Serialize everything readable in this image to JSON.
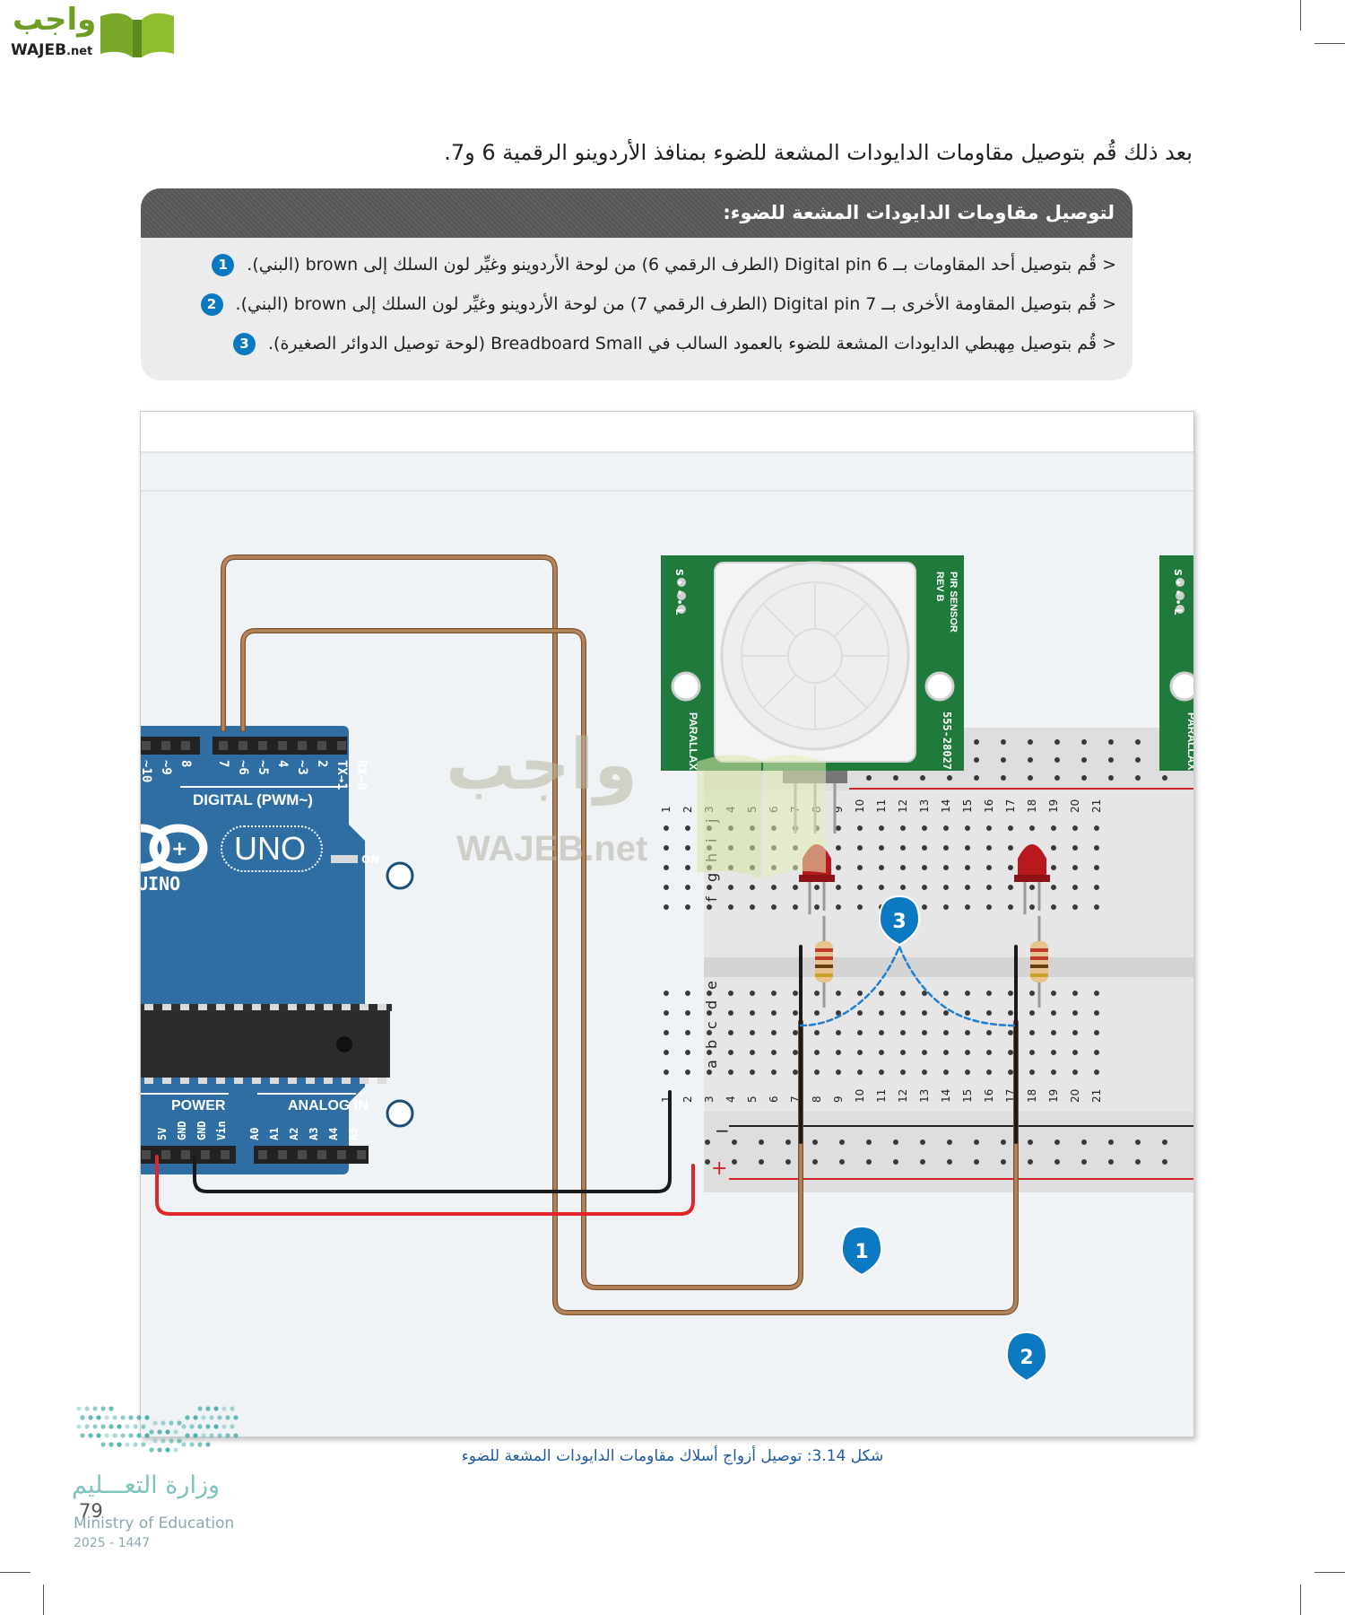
{
  "logo": {
    "arabic": "واجب",
    "latin": "WAJEB",
    "suffix": ".net"
  },
  "intro_text": "بعد ذلك قُم بتوصيل مقاومات الدايودات المشعة للضوء بمنافذ الأردوينو الرقمية 6 و7.",
  "box": {
    "title": "لتوصيل مقاومات الدايودات المشعة للضوء:",
    "steps": [
      {
        "text": "قُم بتوصيل أحد المقاومات بــ Digital pin 6 (الطرف الرقمي 6) من لوحة الأردوينو وغيِّر لون السلك إلى brown (البني).",
        "num": "1"
      },
      {
        "text": "قُم بتوصيل المقاومة الأخرى بــ Digital pin 7 (الطرف الرقمي 7) من لوحة الأردوينو وغيِّر لون السلك إلى brown (البني).",
        "num": "2"
      },
      {
        "text": "قُم بتوصيل مِهبطي الدايودات المشعة للضوء بالعمود السالب في Breadboard Small (لوحة توصيل الدوائر الصغيرة).",
        "num": "3"
      }
    ]
  },
  "figure": {
    "arduino": {
      "digital_label": "DIGITAL (PWM~)",
      "pins_digital": [
        "~10",
        "~9",
        "8",
        "7",
        "~6",
        "~5",
        "4",
        "~3",
        "2",
        "TX→1",
        "RX←0"
      ],
      "brand": "UINO",
      "model": "UNO",
      "on_label": "ON",
      "power_label": "POWER",
      "analog_label": "ANALOG IN",
      "power_pins": [
        "5V",
        "GND",
        "GND",
        "Vin"
      ],
      "analog_pins": [
        "A0",
        "A1",
        "A2",
        "A3",
        "A4",
        "A5"
      ]
    },
    "pir": {
      "side_label_1": "PIR SENSOR",
      "side_label_2": "REV B",
      "part_number": "555-28027",
      "brand": "PARALLAX",
      "pins": "S • • • L"
    },
    "breadboard": {
      "row_letters_top": [
        "j",
        "i",
        "h",
        "g",
        "f"
      ],
      "row_letters_bottom": [
        "e",
        "d",
        "c",
        "b",
        "a"
      ],
      "columns": [
        "1",
        "2",
        "3",
        "4",
        "5",
        "6",
        "7",
        "8",
        "9",
        "10",
        "11",
        "12",
        "13",
        "14",
        "15",
        "16",
        "17",
        "18",
        "19",
        "20",
        "21"
      ],
      "minus": "−",
      "plus": "+"
    },
    "watermark": {
      "arabic": "واجب",
      "latin": "WAJEB.net"
    },
    "markers": [
      "1",
      "2",
      "3"
    ]
  },
  "caption": {
    "label": "شكل 3.14:",
    "text": "توصيل أزواج أسلاك مقاومات الدايودات المشعة للضوء"
  },
  "footer": {
    "ministry_ar": "وزارة التعـــليم",
    "ministry_en": "Ministry of Education",
    "page_number": "79",
    "year": "2025 - 1447"
  },
  "colors": {
    "arduino_blue": "#2f6ea3",
    "pir_green": "#1f7a3c",
    "wire_brown": "#a8784f",
    "wire_red": "#e0262a",
    "accent_blue": "#0b79c2"
  }
}
